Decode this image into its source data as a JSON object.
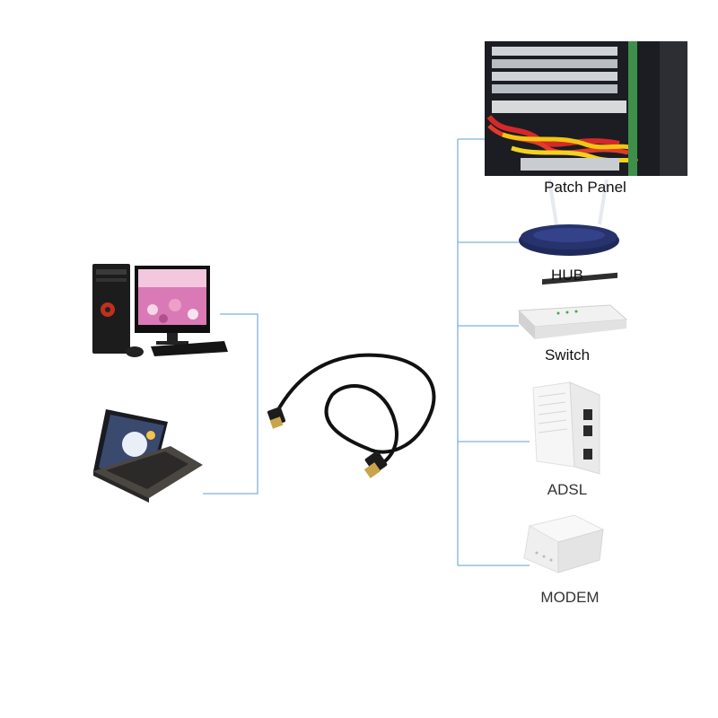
{
  "devices": {
    "patch_panel": "Patch Panel",
    "hub": "HUB",
    "switch": "Switch",
    "adsl": "ADSL",
    "modem": "MODEM"
  },
  "left_devices": [
    "desktop-computer",
    "laptop"
  ],
  "center_item": "ethernet-cable",
  "colors": {
    "connector_line": "#7fb2d6",
    "cable": "#111111",
    "plug_gold": "#c9a44a"
  }
}
